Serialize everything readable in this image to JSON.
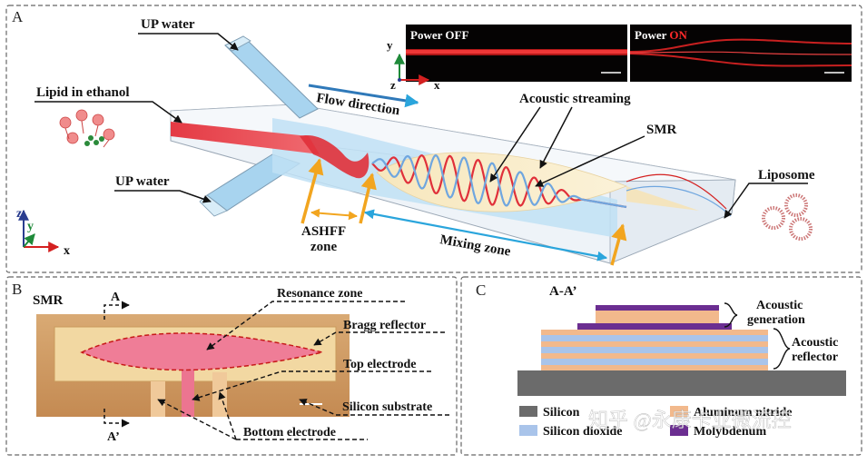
{
  "panel_a": {
    "letter": "A",
    "labels": {
      "up_water_top": "UP water",
      "lipid_in_ethanol": "Lipid in ethanol",
      "up_water_bottom": "UP water",
      "flow_direction": "Flow direction",
      "acoustic_streaming": "Acoustic streaming",
      "smr": "SMR",
      "liposome": "Liposome",
      "ashff": "ASHFF",
      "zone": "zone",
      "mixing_zone": "Mixing zone"
    },
    "inset_off": {
      "title_prefix": "Power ",
      "title_state": "OFF"
    },
    "inset_on": {
      "title_prefix": "Power ",
      "title_state": "ON"
    },
    "axes_main": {
      "z": "z",
      "y": "y",
      "x": "x"
    },
    "axes_inset": {
      "y": "y",
      "z": "z",
      "x": "x"
    }
  },
  "panel_b": {
    "letter": "B",
    "title": "SMR",
    "section_top": "A",
    "section_bottom": "A’",
    "labels": {
      "resonance_zone": "Resonance zone",
      "bragg_reflector": "Bragg reflector",
      "top_electrode": "Top electrode",
      "silicon_substrate": "Silicon substrate",
      "bottom_electrode": "Bottom electrode"
    }
  },
  "panel_c": {
    "letter": "C",
    "title": "A-A’",
    "acoustic_generation": [
      "Acoustic",
      "generation"
    ],
    "acoustic_reflector": [
      "Acoustic",
      "reflector"
    ],
    "legend": [
      {
        "name": "Silicon",
        "color": "#6b6b6b"
      },
      {
        "name": "Aluminum nitride",
        "color": "#f2b98c"
      },
      {
        "name": "Silicon dioxide",
        "color": "#a9c4ea"
      },
      {
        "name": "Molybdenum",
        "color": "#6b2e91"
      }
    ]
  },
  "watermark": "知乎 @永康卡业微流控",
  "colors": {
    "lipid_red": "#e0303a",
    "water_blue": "#a8d4ef",
    "streaming_blue": "#6fa6df",
    "arrow_orange": "#f2a51f",
    "arrow_blue": "#2aa5dc",
    "chip_brown": "#d4a06a",
    "resonance_pink": "#ef7d97"
  }
}
